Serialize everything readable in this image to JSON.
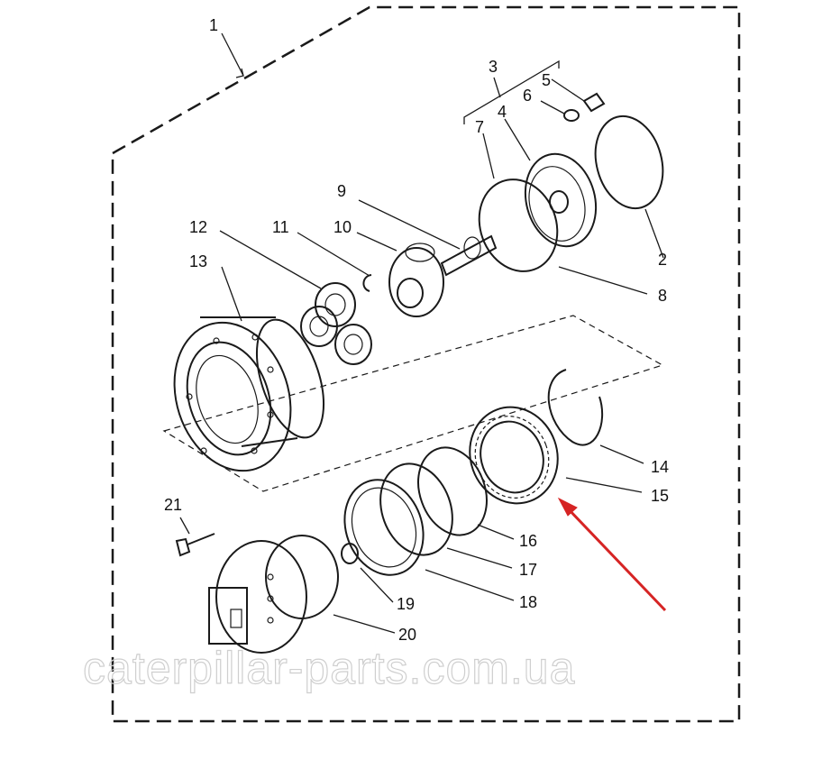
{
  "callouts": [
    {
      "id": "1",
      "label": "1"
    },
    {
      "id": "2",
      "label": "2"
    },
    {
      "id": "3",
      "label": "3"
    },
    {
      "id": "4",
      "label": "4"
    },
    {
      "id": "5",
      "label": "5"
    },
    {
      "id": "6",
      "label": "6"
    },
    {
      "id": "7",
      "label": "7"
    },
    {
      "id": "8",
      "label": "8"
    },
    {
      "id": "9",
      "label": "9"
    },
    {
      "id": "10",
      "label": "10"
    },
    {
      "id": "11",
      "label": "11"
    },
    {
      "id": "12",
      "label": "12"
    },
    {
      "id": "13",
      "label": "13"
    },
    {
      "id": "14",
      "label": "14"
    },
    {
      "id": "15",
      "label": "15"
    },
    {
      "id": "16",
      "label": "16"
    },
    {
      "id": "17",
      "label": "17"
    },
    {
      "id": "18",
      "label": "18"
    },
    {
      "id": "19",
      "label": "19"
    },
    {
      "id": "20",
      "label": "20"
    },
    {
      "id": "21",
      "label": "21"
    }
  ],
  "watermark": "caterpillar-parts.com.ua",
  "colors": {
    "ink": "#1a1a1a",
    "highlight_arrow": "#d62424",
    "watermark": "#cfcfcf"
  }
}
